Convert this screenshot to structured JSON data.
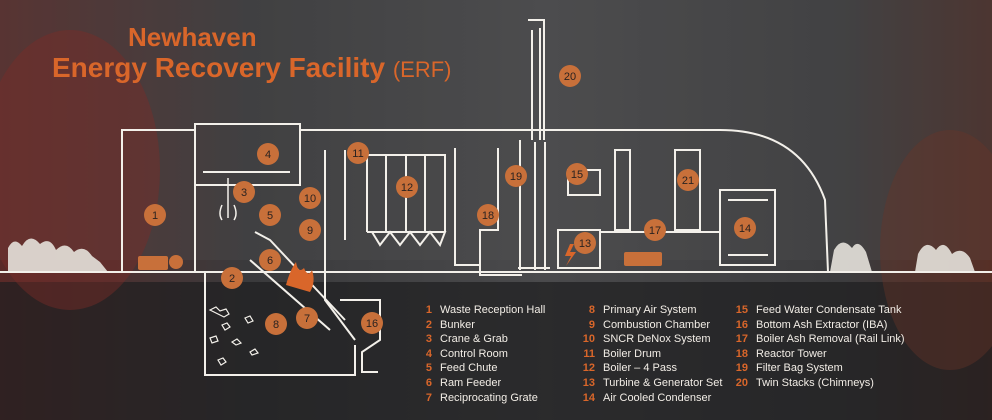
{
  "title": {
    "line1": "Newhaven",
    "line2": "Energy Recovery Facility",
    "suffix": "(ERF)"
  },
  "colors": {
    "accent": "#d9662a",
    "marker": "#c8703a",
    "line": "#f3f0ea"
  },
  "markers": [
    "1",
    "2",
    "3",
    "4",
    "5",
    "6",
    "7",
    "8",
    "9",
    "10",
    "11",
    "12",
    "13",
    "15",
    "16",
    "17",
    "18",
    "19",
    "20",
    "21",
    "14"
  ],
  "legend": [
    {
      "num": "1",
      "label": "Waste Reception Hall"
    },
    {
      "num": "2",
      "label": "Bunker"
    },
    {
      "num": "3",
      "label": "Crane & Grab"
    },
    {
      "num": "4",
      "label": "Control Room"
    },
    {
      "num": "5",
      "label": "Feed Chute"
    },
    {
      "num": "6",
      "label": "Ram Feeder"
    },
    {
      "num": "7",
      "label": "Reciprocating Grate"
    },
    {
      "num": "8",
      "label": "Primary Air System"
    },
    {
      "num": "9",
      "label": "Combustion Chamber"
    },
    {
      "num": "10",
      "label": "SNCR DeNox System"
    },
    {
      "num": "11",
      "label": "Boiler Drum"
    },
    {
      "num": "12",
      "label": "Boiler – 4 Pass"
    },
    {
      "num": "13",
      "label": "Turbine & Generator Set"
    },
    {
      "num": "14",
      "label": "Air Cooled Condenser"
    },
    {
      "num": "15",
      "label": "Feed Water Condensate Tank"
    },
    {
      "num": "16",
      "label": "Bottom Ash Extractor (IBA)"
    },
    {
      "num": "17",
      "label": "Boiler Ash Removal (Rail Link)"
    },
    {
      "num": "18",
      "label": "Reactor Tower"
    },
    {
      "num": "19",
      "label": "Filter Bag System"
    },
    {
      "num": "20",
      "label": "Twin Stacks (Chimneys)"
    }
  ]
}
